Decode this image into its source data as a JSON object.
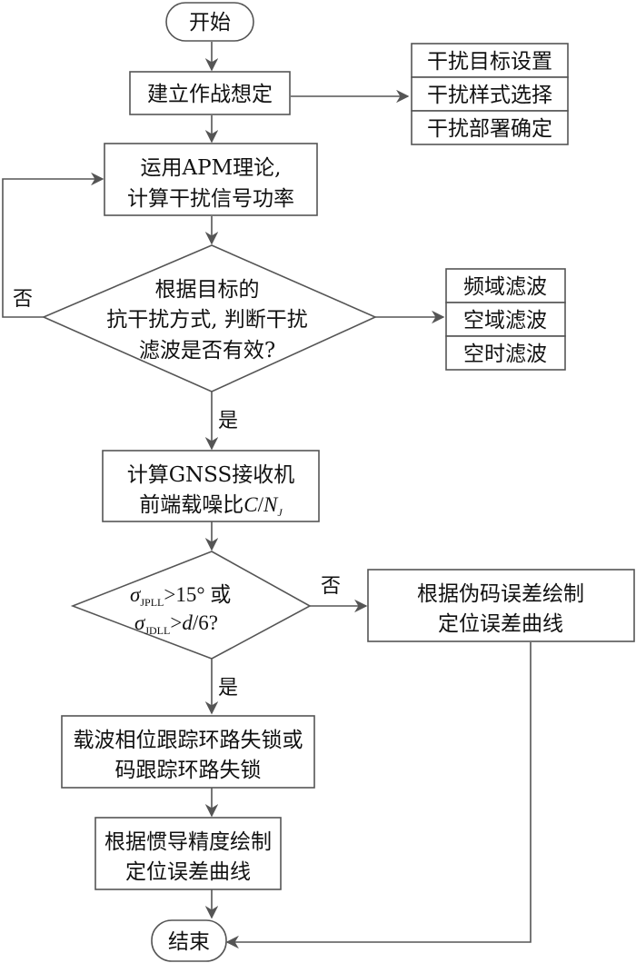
{
  "diagram": {
    "type": "flowchart",
    "start": "开始",
    "end": "结束",
    "step1": "建立作战想定",
    "jam_settings": [
      "干扰目标设置",
      "干扰样式选择",
      "干扰部署确定"
    ],
    "step2": [
      "运用APM理论,",
      "计算干扰信号功率"
    ],
    "decision1": [
      "根据目标的",
      "抗干扰方式, 判断干扰",
      "滤波是否有效?"
    ],
    "filters": [
      "频域滤波",
      "空域滤波",
      "空时滤波"
    ],
    "step3": {
      "line1": "计算GNSS接收机",
      "line2_prefix": "前端载噪比",
      "cn_C": "C",
      "cn_slash": "/",
      "cn_N": "N",
      "cn_sub": "J"
    },
    "decision2": {
      "l1_sigma": "σ",
      "l1_sub": "JPLL",
      "l1_rest": ">15° 或",
      "l2_sigma": "σ",
      "l2_sub": "JDLL",
      "l2_gt": ">",
      "l2_d": "d",
      "l2_rest": "/6?"
    },
    "step_pseudo": [
      "根据伪码误差绘制",
      "定位误差曲线"
    ],
    "step4": [
      "载波相位跟踪环路失锁或",
      "码跟踪环路失锁"
    ],
    "step5": [
      "根据惯导精度绘制",
      "定位误差曲线"
    ],
    "labels": {
      "no": "否",
      "yes": "是"
    }
  }
}
